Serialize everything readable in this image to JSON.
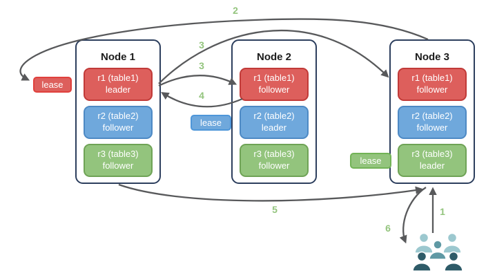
{
  "nodes": [
    {
      "title": "Node 1",
      "ranges": [
        {
          "name": "r1 (table1)",
          "role": "leader",
          "color": "red"
        },
        {
          "name": "r2 (table2)",
          "role": "follower",
          "color": "blue"
        },
        {
          "name": "r3 (table3)",
          "role": "follower",
          "color": "green"
        }
      ]
    },
    {
      "title": "Node 2",
      "ranges": [
        {
          "name": "r1 (table1)",
          "role": "follower",
          "color": "red"
        },
        {
          "name": "r2 (table2)",
          "role": "leader",
          "color": "blue"
        },
        {
          "name": "r3 (table3)",
          "role": "follower",
          "color": "green"
        }
      ]
    },
    {
      "title": "Node 3",
      "ranges": [
        {
          "name": "r1 (table1)",
          "role": "follower",
          "color": "red"
        },
        {
          "name": "r2 (table2)",
          "role": "follower",
          "color": "blue"
        },
        {
          "name": "r3 (table3)",
          "role": "leader",
          "color": "green"
        }
      ]
    }
  ],
  "leases": {
    "red": {
      "label": "lease"
    },
    "blue": {
      "label": "lease"
    },
    "green": {
      "label": "lease"
    }
  },
  "steps": {
    "s1": {
      "label": "1"
    },
    "s2": {
      "label": "2"
    },
    "s3_to_node2": {
      "label": "3"
    },
    "s3_to_node3": {
      "label": "3"
    },
    "s4": {
      "label": "4"
    },
    "s5": {
      "label": "5"
    },
    "s6": {
      "label": "6"
    }
  },
  "colors": {
    "arrow": "#58595b",
    "step_number": "#93c47d",
    "node_border": "#2c3e5d",
    "range_red_fill": "#dd5f5c",
    "range_red_border": "#c13a38",
    "range_blue_fill": "#6fa8dc",
    "range_blue_border": "#4d89c4",
    "range_green_fill": "#93c47d",
    "range_green_border": "#6fa356",
    "user_light": "#9cc8cf",
    "user_medium": "#5f99a4",
    "user_dark": "#2e5b68"
  }
}
